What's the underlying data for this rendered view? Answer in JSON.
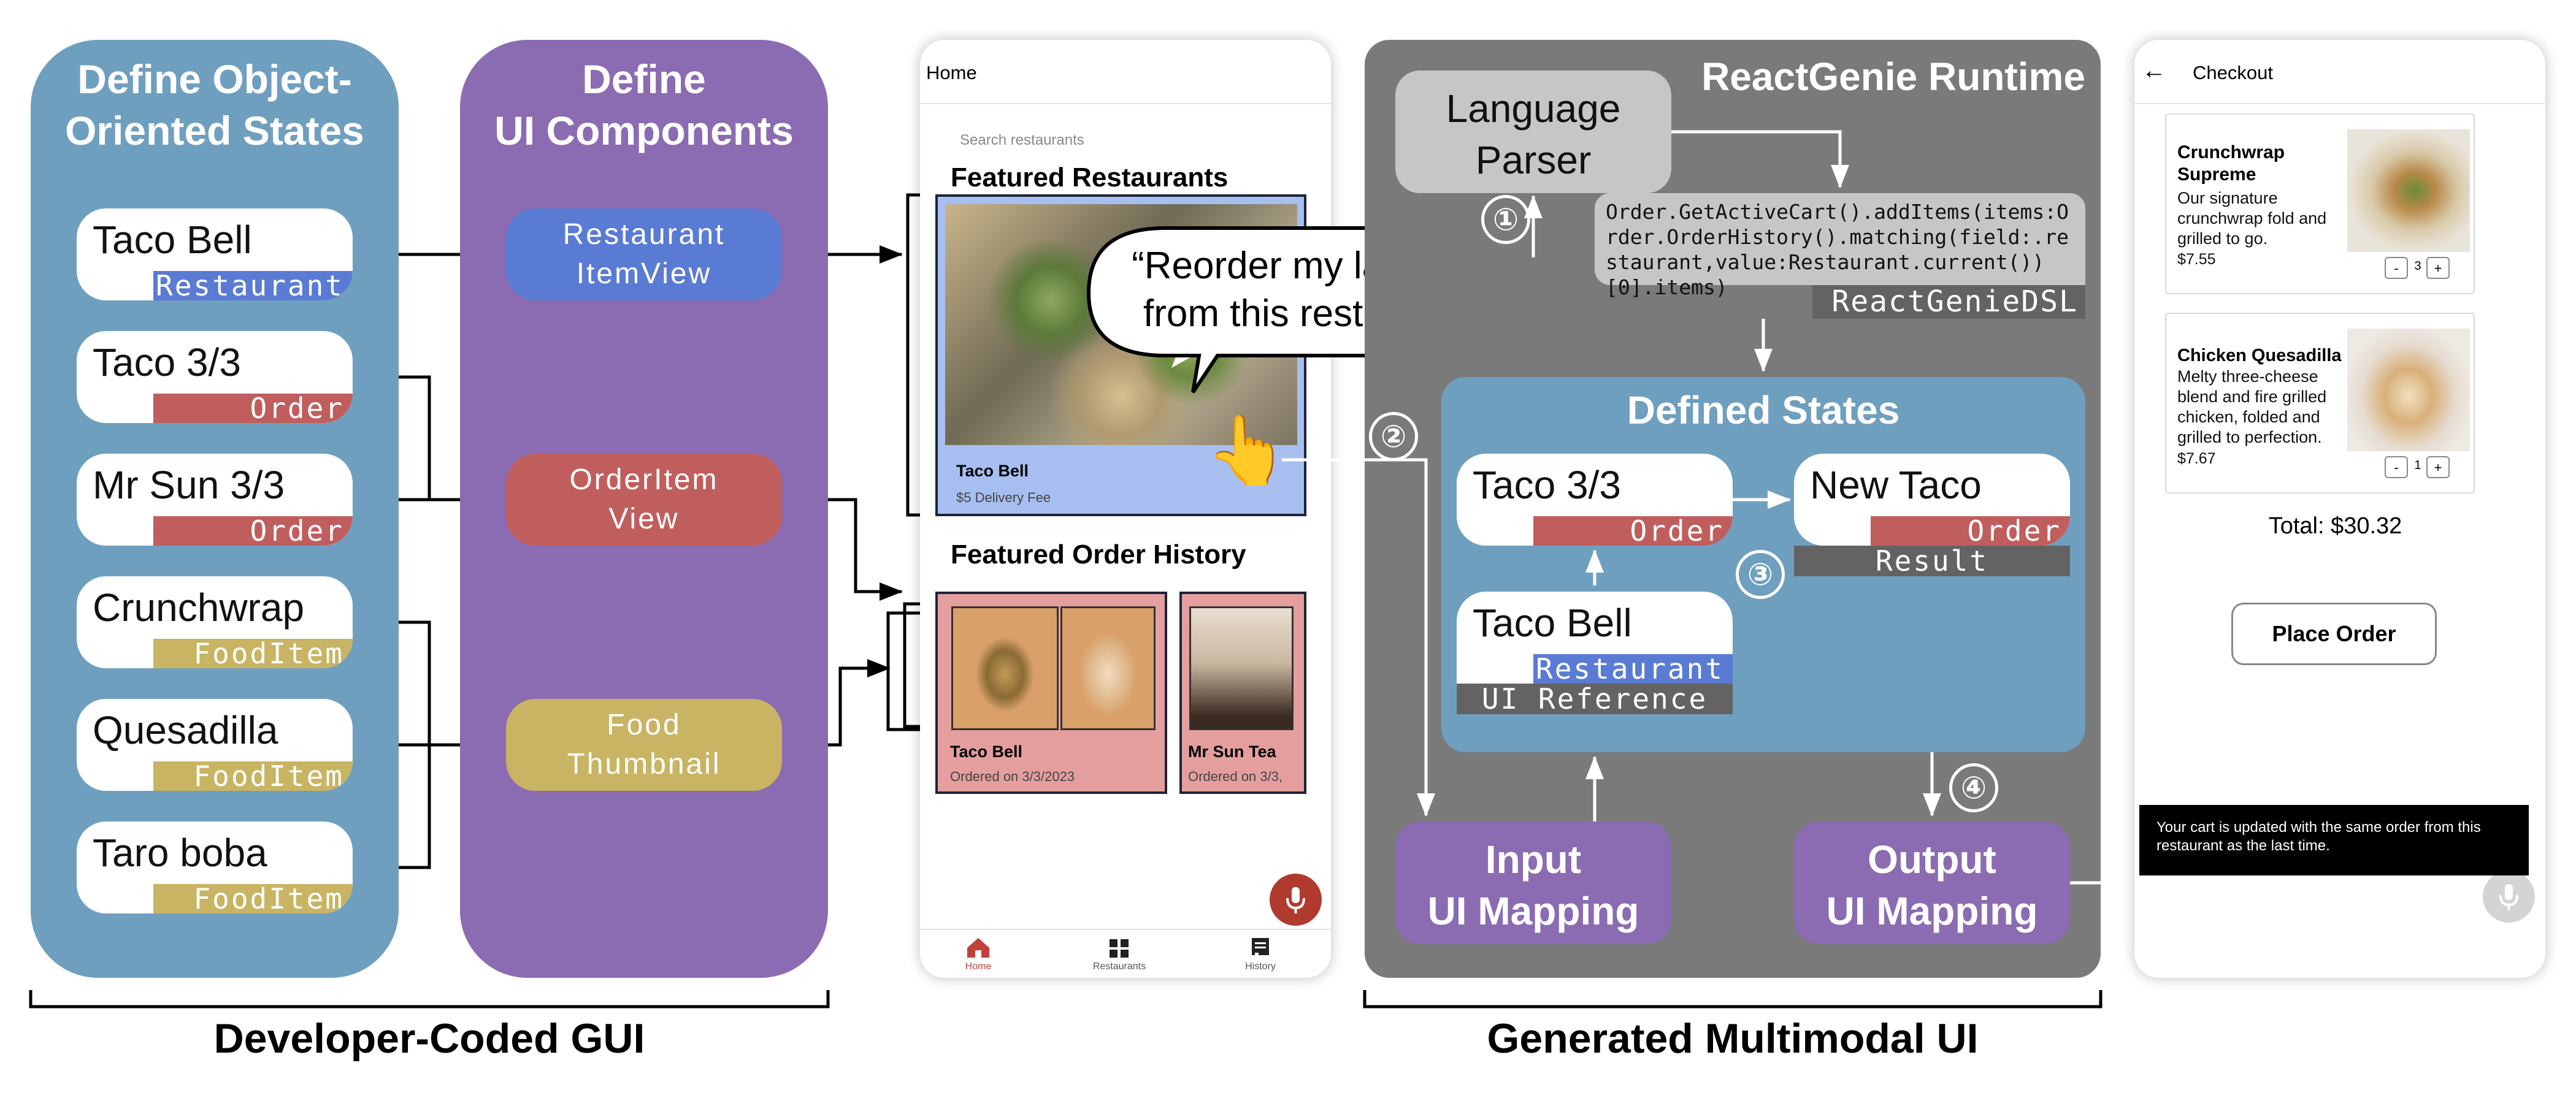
{
  "colors": {
    "blue_panel": "#6f9fbf",
    "purple_panel": "#8b6bb1",
    "restaurant": "#5a7bd3",
    "order": "#c05e5e",
    "fooditem": "#c8b462",
    "runtime_bg": "#7a7a7a",
    "states_bg": "#6f9fbf",
    "mic": "#b03a2e"
  },
  "states_panel": {
    "title": "Define Object-\nOriented States",
    "items": [
      {
        "name": "Taco Bell",
        "tag": "Restaurant"
      },
      {
        "name": "Taco 3/3",
        "tag": "Order"
      },
      {
        "name": "Mr Sun 3/3",
        "tag": "Order"
      },
      {
        "name": "Crunchwrap",
        "tag": "FoodItem"
      },
      {
        "name": "Quesadilla",
        "tag": "FoodItem"
      },
      {
        "name": "Taro boba",
        "tag": "FoodItem"
      }
    ]
  },
  "components_panel": {
    "title": "Define\nUI Components",
    "items": [
      {
        "label": "Restaurant\nItemView"
      },
      {
        "label": "OrderItem\nView"
      },
      {
        "label": "Food\nThumbnail"
      }
    ]
  },
  "home_screen": {
    "title": "Home",
    "search_placeholder": "Search restaurants",
    "featured_restaurants": "Featured Restaurants",
    "restaurant_name": "Taco Bell",
    "delivery_fee": "$5 Delivery Fee",
    "featured_history": "Featured Order History",
    "history": [
      {
        "name": "Taco Bell",
        "date": "Ordered on 3/3/2023"
      },
      {
        "name": "Mr Sun Tea",
        "date": "Ordered on 3/3,"
      }
    ],
    "nav": [
      {
        "label": "Home",
        "icon": "home-icon"
      },
      {
        "label": "Restaurants",
        "icon": "grid-icon"
      },
      {
        "label": "History",
        "icon": "receipt-icon"
      }
    ]
  },
  "speech_bubble": "“Reorder my last meal\nfrom this restaurant.”",
  "runtime": {
    "title": "ReactGenie Runtime",
    "parser": "Language\nParser",
    "dsl_code": "Order.GetActiveCart().addItems(items:O\nrder.OrderHistory().matching(field:.re\nstaurant,value:Restaurant.current())\n[0].items)",
    "dsl_label": "ReactGenieDSL",
    "defined_states_title": "Defined States",
    "order_state": {
      "name": "Taco 3/3",
      "tag": "Order"
    },
    "new_state": {
      "name": "New Taco",
      "tag": "Order",
      "extra": "Result"
    },
    "ref_state": {
      "name": "Taco Bell",
      "tag": "Restaurant",
      "extra": "UI Reference"
    },
    "input_mapping": "Input\nUI Mapping",
    "output_mapping": "Output\nUI Mapping",
    "steps": [
      "①",
      "②",
      "③",
      "④"
    ]
  },
  "checkout_screen": {
    "title": "Checkout",
    "items": [
      {
        "name": "Crunchwrap\nSupreme",
        "desc": "Our signature\ncrunchwrap fold and\ngrilled to go.",
        "price": "$7.55",
        "qty": "3",
        "minus": "-",
        "plus": "+"
      },
      {
        "name": "Chicken Quesadilla",
        "desc": "Melty three-cheese\nblend and fire grilled\nchicken, folded and\ngrilled to perfection.",
        "price": "$7.67",
        "qty": "1",
        "minus": "-",
        "plus": "+"
      }
    ],
    "total": "Total: $30.32",
    "place_order": "Place Order",
    "toast": "Your cart is updated with the same order from this\nrestaurant as the last time."
  },
  "group_labels": {
    "left": "Developer-Coded GUI",
    "right": "Generated Multimodal UI"
  }
}
